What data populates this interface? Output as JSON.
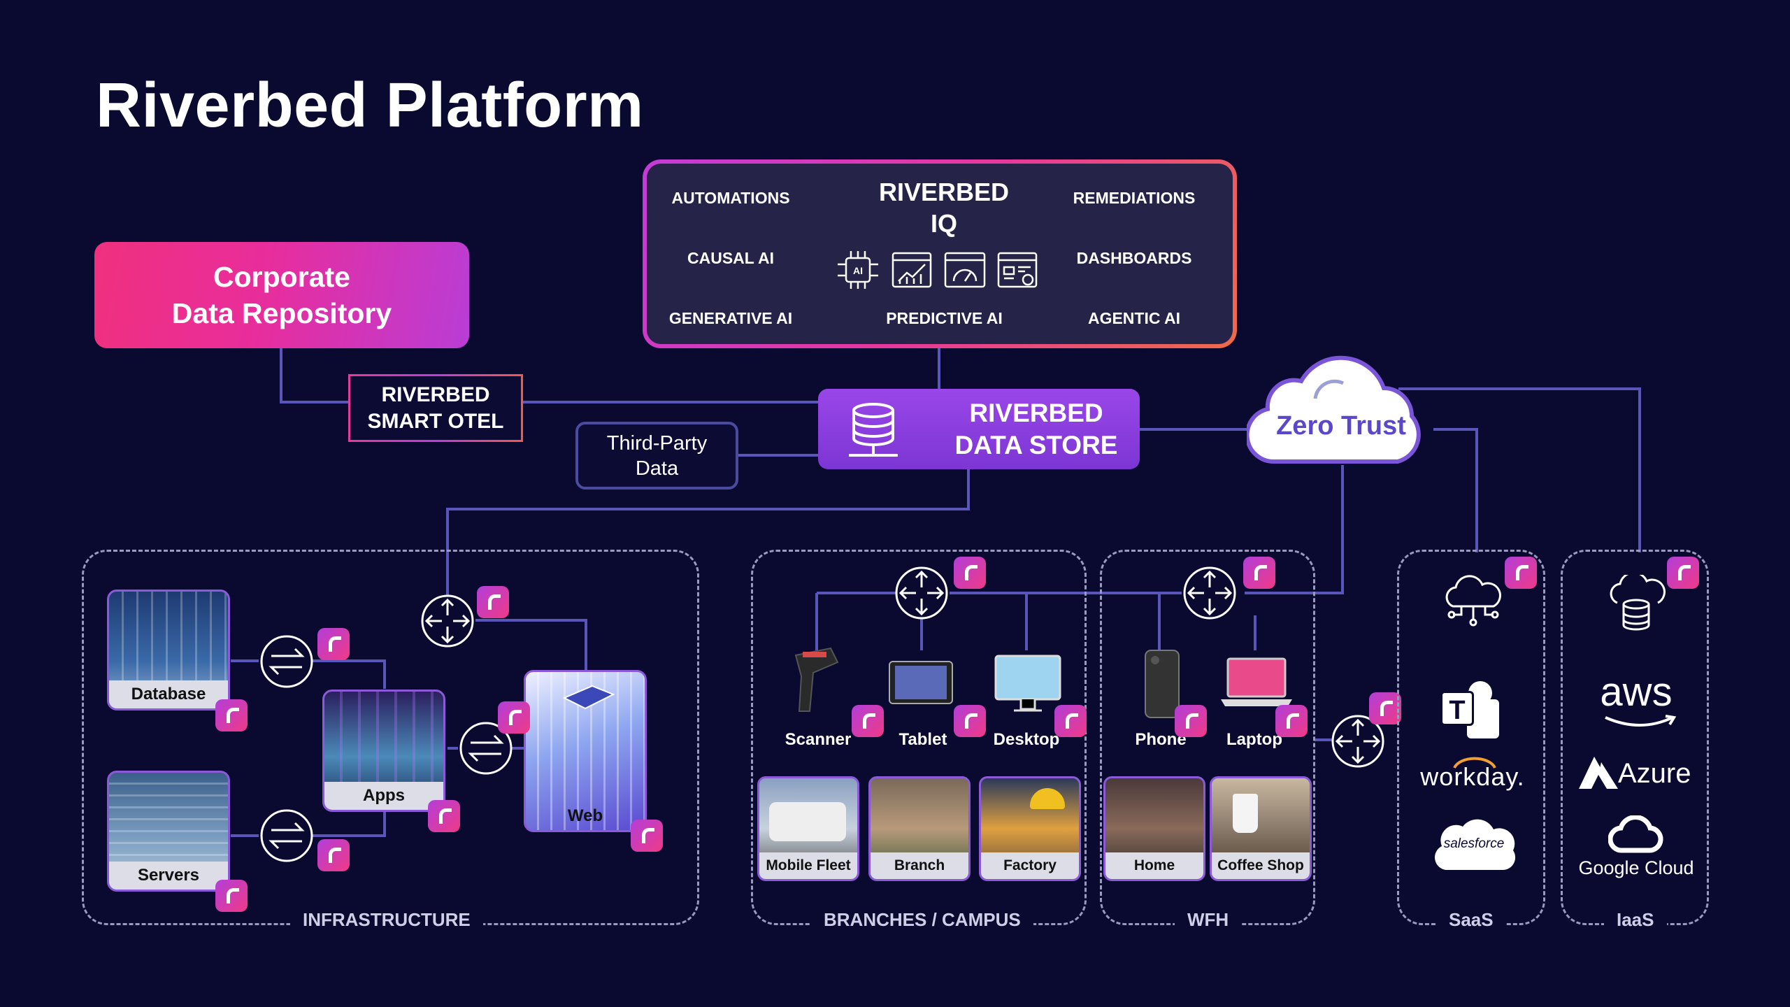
{
  "title": "Riverbed Platform",
  "corporate_repo": {
    "line1": "Corporate",
    "line2": "Data Repository"
  },
  "smart_otel": {
    "line1": "RIVERBED",
    "line2": "SMART OTEL"
  },
  "third_party": {
    "line1": "Third-Party",
    "line2": "Data"
  },
  "data_store": {
    "line1": "RIVERBED",
    "line2": "DATA STORE"
  },
  "iq": {
    "title1": "RIVERBED",
    "title2": "IQ",
    "automations": "AUTOMATIONS",
    "remediations": "REMEDIATIONS",
    "causal_ai": "CAUSAL AI",
    "dashboards": "DASHBOARDS",
    "generative_ai": "GENERATIVE AI",
    "predictive_ai": "PREDICTIVE AI",
    "agentic_ai": "AGENTIC AI",
    "icons": [
      "ai-chip-icon",
      "chart-icon",
      "gauge-icon",
      "settings-panel-icon"
    ]
  },
  "zero_trust": "Zero Trust",
  "infrastructure": {
    "label": "INFRASTRUCTURE",
    "database": "Database",
    "servers": "Servers",
    "apps": "Apps",
    "web": "Web"
  },
  "branches": {
    "label": "BRANCHES / CAMPUS",
    "scanner": "Scanner",
    "tablet": "Tablet",
    "desktop": "Desktop",
    "mobile_fleet": "Mobile Fleet",
    "branch": "Branch",
    "factory": "Factory"
  },
  "wfh": {
    "label": "WFH",
    "phone": "Phone",
    "laptop": "Laptop",
    "home": "Home",
    "coffee_shop": "Coffee Shop"
  },
  "saas": {
    "label": "SaaS",
    "teams": "T",
    "workday": "workday.",
    "salesforce": "salesforce"
  },
  "iaas": {
    "label": "IaaS",
    "aws": "aws",
    "azure": "Azure",
    "google": "Google Cloud"
  },
  "colors": {
    "background": "#0a0930",
    "accent_purple": "#9a46e8",
    "accent_pink": "#f03a86",
    "line": "#5a55b8"
  }
}
